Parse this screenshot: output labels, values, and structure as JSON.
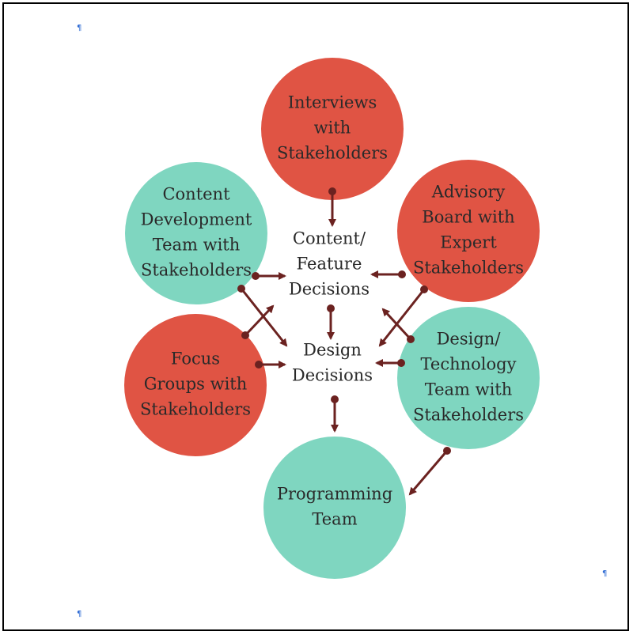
{
  "colors": {
    "red": "#e05444",
    "teal": "#7fd6c0",
    "arrow": "#6b2220",
    "text": "#2a2a2a",
    "pilcrow": "#2f6bd4"
  },
  "pilcrow": "¶",
  "nodes": {
    "interviews": [
      "Interviews",
      "with",
      "Stakeholders"
    ],
    "advisory": [
      "Advisory",
      "Board with",
      "Expert",
      "Stakeholders"
    ],
    "content_dev": [
      "Content",
      "Development",
      "Team with",
      "Stakeholders"
    ],
    "focus": [
      "Focus",
      "Groups with",
      "Stakeholders"
    ],
    "design_tech": [
      "Design/",
      "Technology",
      "Team with",
      "Stakeholders"
    ],
    "programming": [
      "Programming",
      "Team"
    ],
    "content_feature": [
      "Content/",
      "Feature",
      "Decisions"
    ],
    "design_decisions": [
      "Design",
      "Decisions"
    ]
  }
}
